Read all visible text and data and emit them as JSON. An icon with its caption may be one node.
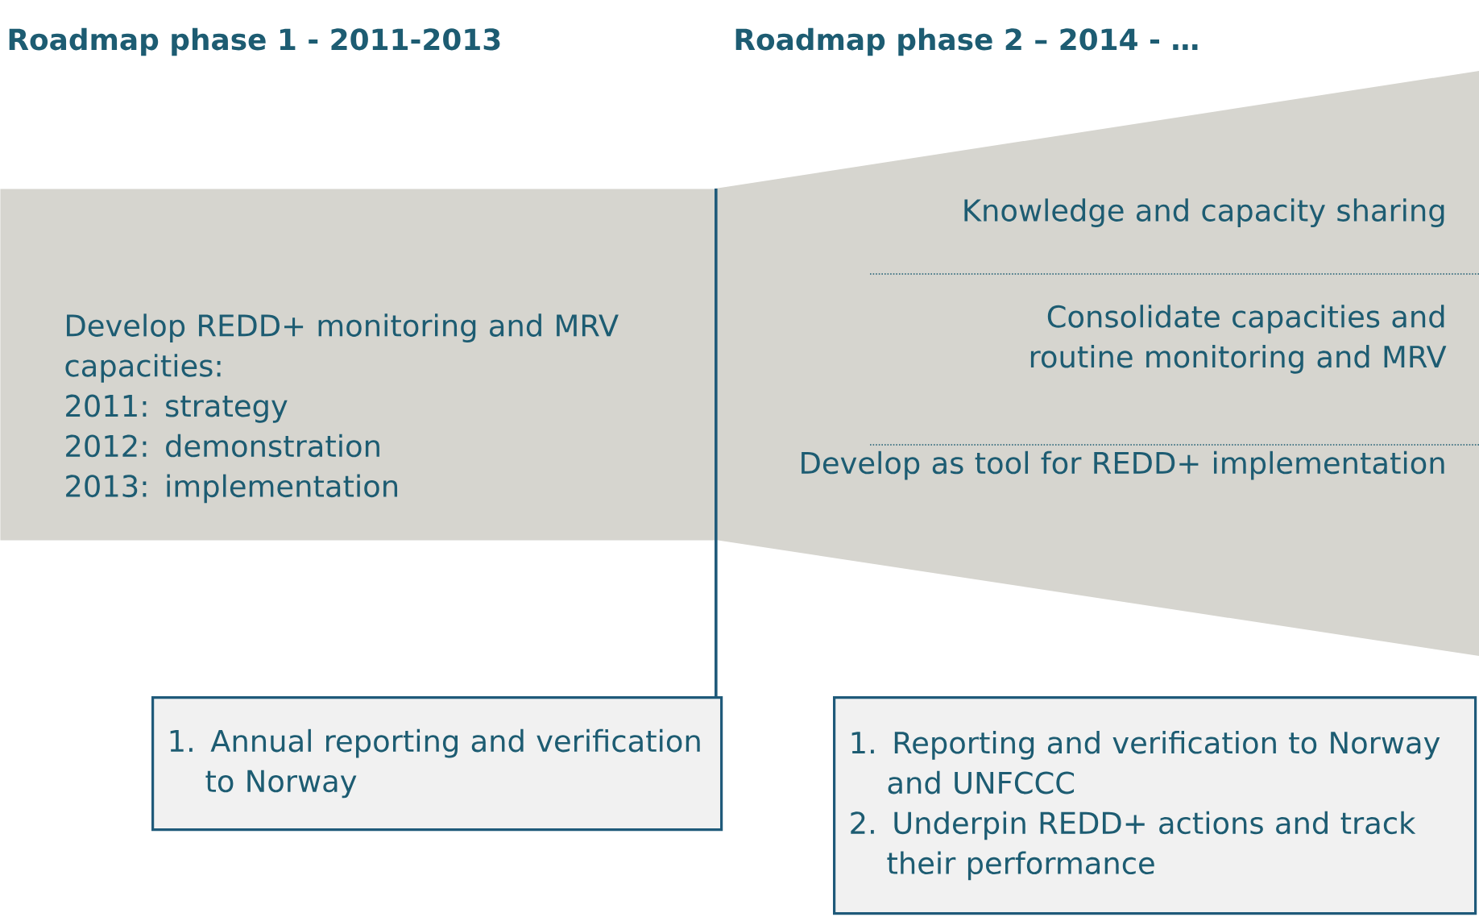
{
  "diagram": {
    "nodes": [
      {
        "text": [
          "Develop REDD+ monitoring and MRV capacities:",
          "2011: strategy",
          "2012: demonstration",
          "2013: implementation"
        ]
      },
      {
        "text": [
          "Knowledge and capacity sharing",
          "Consolidate capacities and routine monitoring and MRV",
          "Develop as tool for REDD+ implementation"
        ]
      },
      {
        "text": [
          "1. Annual reporting and verification to Norway"
        ]
      },
      {
        "text": [
          "1. Reporting and verification to Norway and UNFCCC",
          "2. Underpin REDD+ actions and track their performance"
        ]
      }
    ],
    "edges": [
      {
        "from": 0,
        "to": 2,
        "arrow": "none"
      }
    ],
    "labels": [
      "Roadmap phase 1 - 2011-2013",
      "Roadmap phase 2 – 2014 - …"
    ]
  }
}
